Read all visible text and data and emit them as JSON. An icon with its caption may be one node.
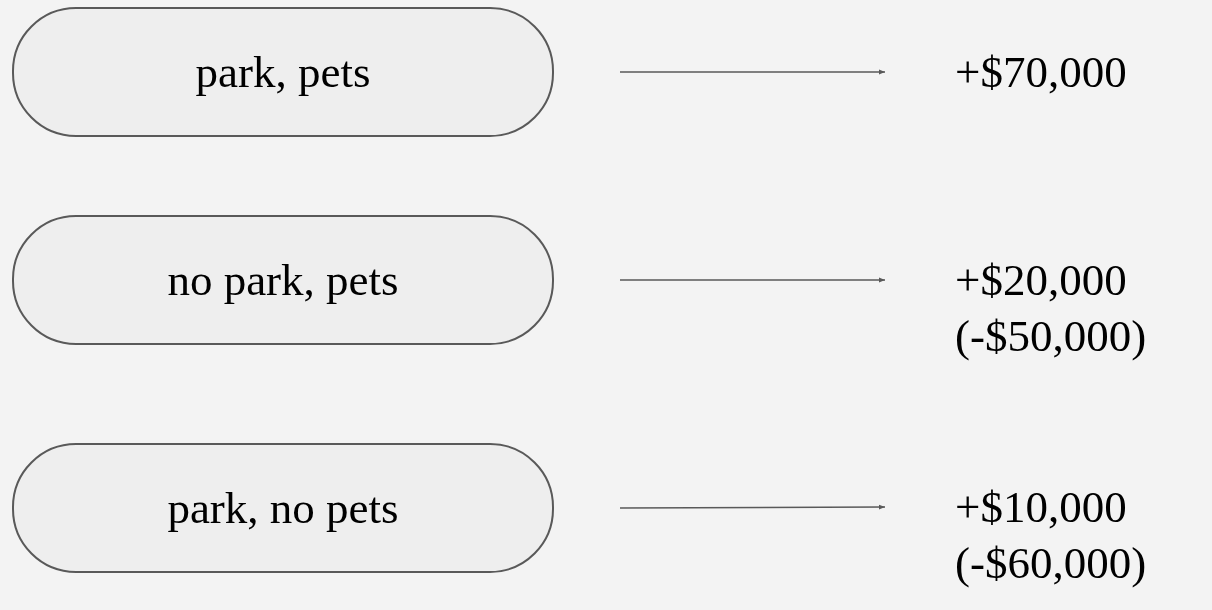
{
  "diagram": {
    "nodes": [
      {
        "text": [
          "park, pets"
        ]
      },
      {
        "text": [
          "+$70,000"
        ]
      },
      {
        "text": [
          "no park, pets"
        ]
      },
      {
        "text": [
          "+$20,000",
          "(-$50,000)"
        ]
      },
      {
        "text": [
          "park, no pets"
        ]
      },
      {
        "text": [
          "+$10,000",
          "(-$60,000)"
        ]
      }
    ],
    "edges": [
      {
        "from": 0,
        "to": 1,
        "arrow": "to"
      },
      {
        "from": 2,
        "to": 3,
        "arrow": "to"
      },
      {
        "from": 4,
        "to": 5,
        "arrow": "to"
      }
    ]
  }
}
